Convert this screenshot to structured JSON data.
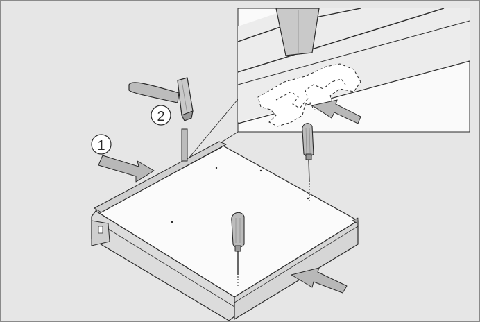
{
  "figure": {
    "callouts": [
      {
        "id": 1,
        "label": "1"
      },
      {
        "id": 2,
        "label": "2"
      }
    ]
  },
  "colors": {
    "background": "#e6e6e6",
    "frame_border": "#8a8a8a",
    "outline": "#2a2a2a",
    "surface": "#fbfbfb",
    "panel_side": "#d9d9d9",
    "arrow_fill": "#b8b8b8",
    "tool_fill": "#bcbcbc"
  },
  "icons": [
    "hammer-icon",
    "screwdriver-icon",
    "arrow-icon",
    "magnifier-detail"
  ]
}
